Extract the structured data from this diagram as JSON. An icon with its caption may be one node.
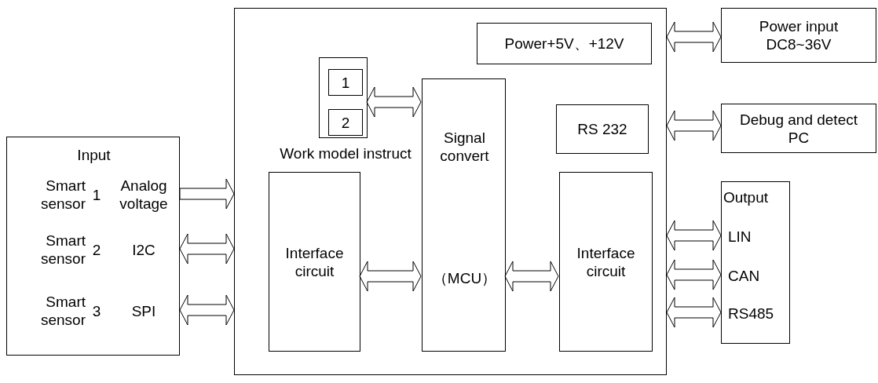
{
  "diagram": {
    "nodes": [
      {
        "text": [
          "Input",
          "Smart sensor",
          "1",
          "Analog voltage",
          "Smart sensor",
          "2",
          "I2C",
          "Smart sensor",
          "3",
          "SPI"
        ]
      },
      {
        "text": [],
        "shape": "box"
      },
      {
        "text": [
          "Power+5V、+12V"
        ],
        "in": 1
      },
      {
        "text": [
          "Work model instruct"
        ],
        "in": 1
      },
      {
        "text": [
          "1"
        ],
        "in": 3
      },
      {
        "text": [
          "2"
        ],
        "in": 3
      },
      {
        "text": [
          "Signal convert",
          "（MCU）"
        ],
        "in": 1
      },
      {
        "text": [
          "RS 232"
        ],
        "in": 1
      },
      {
        "text": [
          "Interface circuit"
        ],
        "in": 1
      },
      {
        "text": [
          "Interface circuit"
        ],
        "in": 1
      },
      {
        "text": [
          "Power input DC8~36V"
        ]
      },
      {
        "text": [
          "Debug and detect PC"
        ]
      },
      {
        "text": [
          "Output",
          "LIN",
          "CAN",
          "RS485"
        ]
      }
    ],
    "edges": [
      {
        "from": 0,
        "to": 1,
        "arrow": "to"
      },
      {
        "from": 0,
        "to": 1,
        "arrow": "both"
      },
      {
        "from": 0,
        "to": 1,
        "arrow": "both"
      },
      {
        "from": 3,
        "to": 6,
        "arrow": "both"
      },
      {
        "from": 8,
        "to": 6,
        "arrow": "both"
      },
      {
        "from": 6,
        "to": 9,
        "arrow": "both"
      },
      {
        "from": 1,
        "to": 10,
        "arrow": "both"
      },
      {
        "from": 1,
        "to": 11,
        "arrow": "both"
      },
      {
        "from": 1,
        "to": 12,
        "arrow": "both"
      },
      {
        "from": 1,
        "to": 12,
        "arrow": "both"
      },
      {
        "from": 1,
        "to": 12,
        "arrow": "both"
      }
    ]
  }
}
